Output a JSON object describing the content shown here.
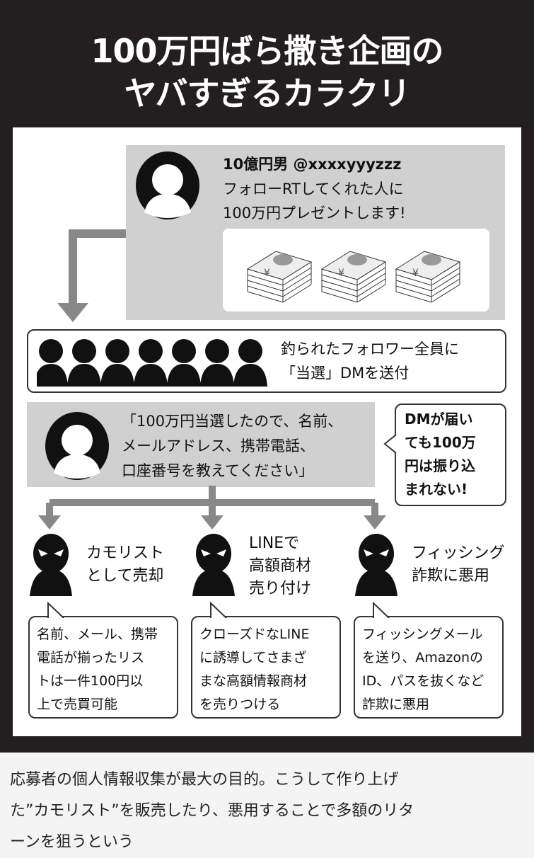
{
  "title": {
    "line1": "100万円ばら撒き企画の",
    "line2": "ヤバすぎるカラクリ"
  },
  "tweet": {
    "user": "10億円男 @xxxxyyyzzz",
    "line1": "フォローRTしてくれた人に",
    "line2": "100万円プレゼントします!",
    "money_symbol": "¥"
  },
  "followers": {
    "line1": "釣られたフォロワー全員に",
    "line2": "「当選」DMを送付"
  },
  "message": {
    "line1": "「100万円当選したので、名前、",
    "line2": "メールアドレス、携帯電話、",
    "line3": "口座番号を教えてください」"
  },
  "warning": {
    "lines": [
      "DMが届い",
      "ても100万",
      "円は振り込",
      "まれない!"
    ]
  },
  "branches": [
    {
      "label": [
        "カモリスト",
        "として売却"
      ],
      "detail": [
        "名前、メール、携帯",
        "電話が揃ったリス",
        "トは一件100円以",
        "上で売買可能"
      ]
    },
    {
      "label": [
        "LINEで",
        "高額商材",
        "売り付け"
      ],
      "detail": [
        "クローズドなLINE",
        "に誘導してさまざ",
        "まな高額情報商材",
        "を売りつける"
      ]
    },
    {
      "label": [
        "フィッシング",
        "詐欺に悪用"
      ],
      "detail": [
        "フィッシングメール",
        "を送り、Amazonの",
        "ID、パスを抜くなど",
        "詐欺に悪用"
      ]
    }
  ],
  "caption": {
    "lines": [
      "応募者の個人情報収集が最大の目的。こうして作り上げ",
      "た”カモリスト”を販売したり、悪用することで多額のリタ",
      "ーンを狙うという"
    ]
  },
  "colors": {
    "frame": "#231f20",
    "gray_box": "#d0d0d0",
    "arrow": "#888888"
  }
}
